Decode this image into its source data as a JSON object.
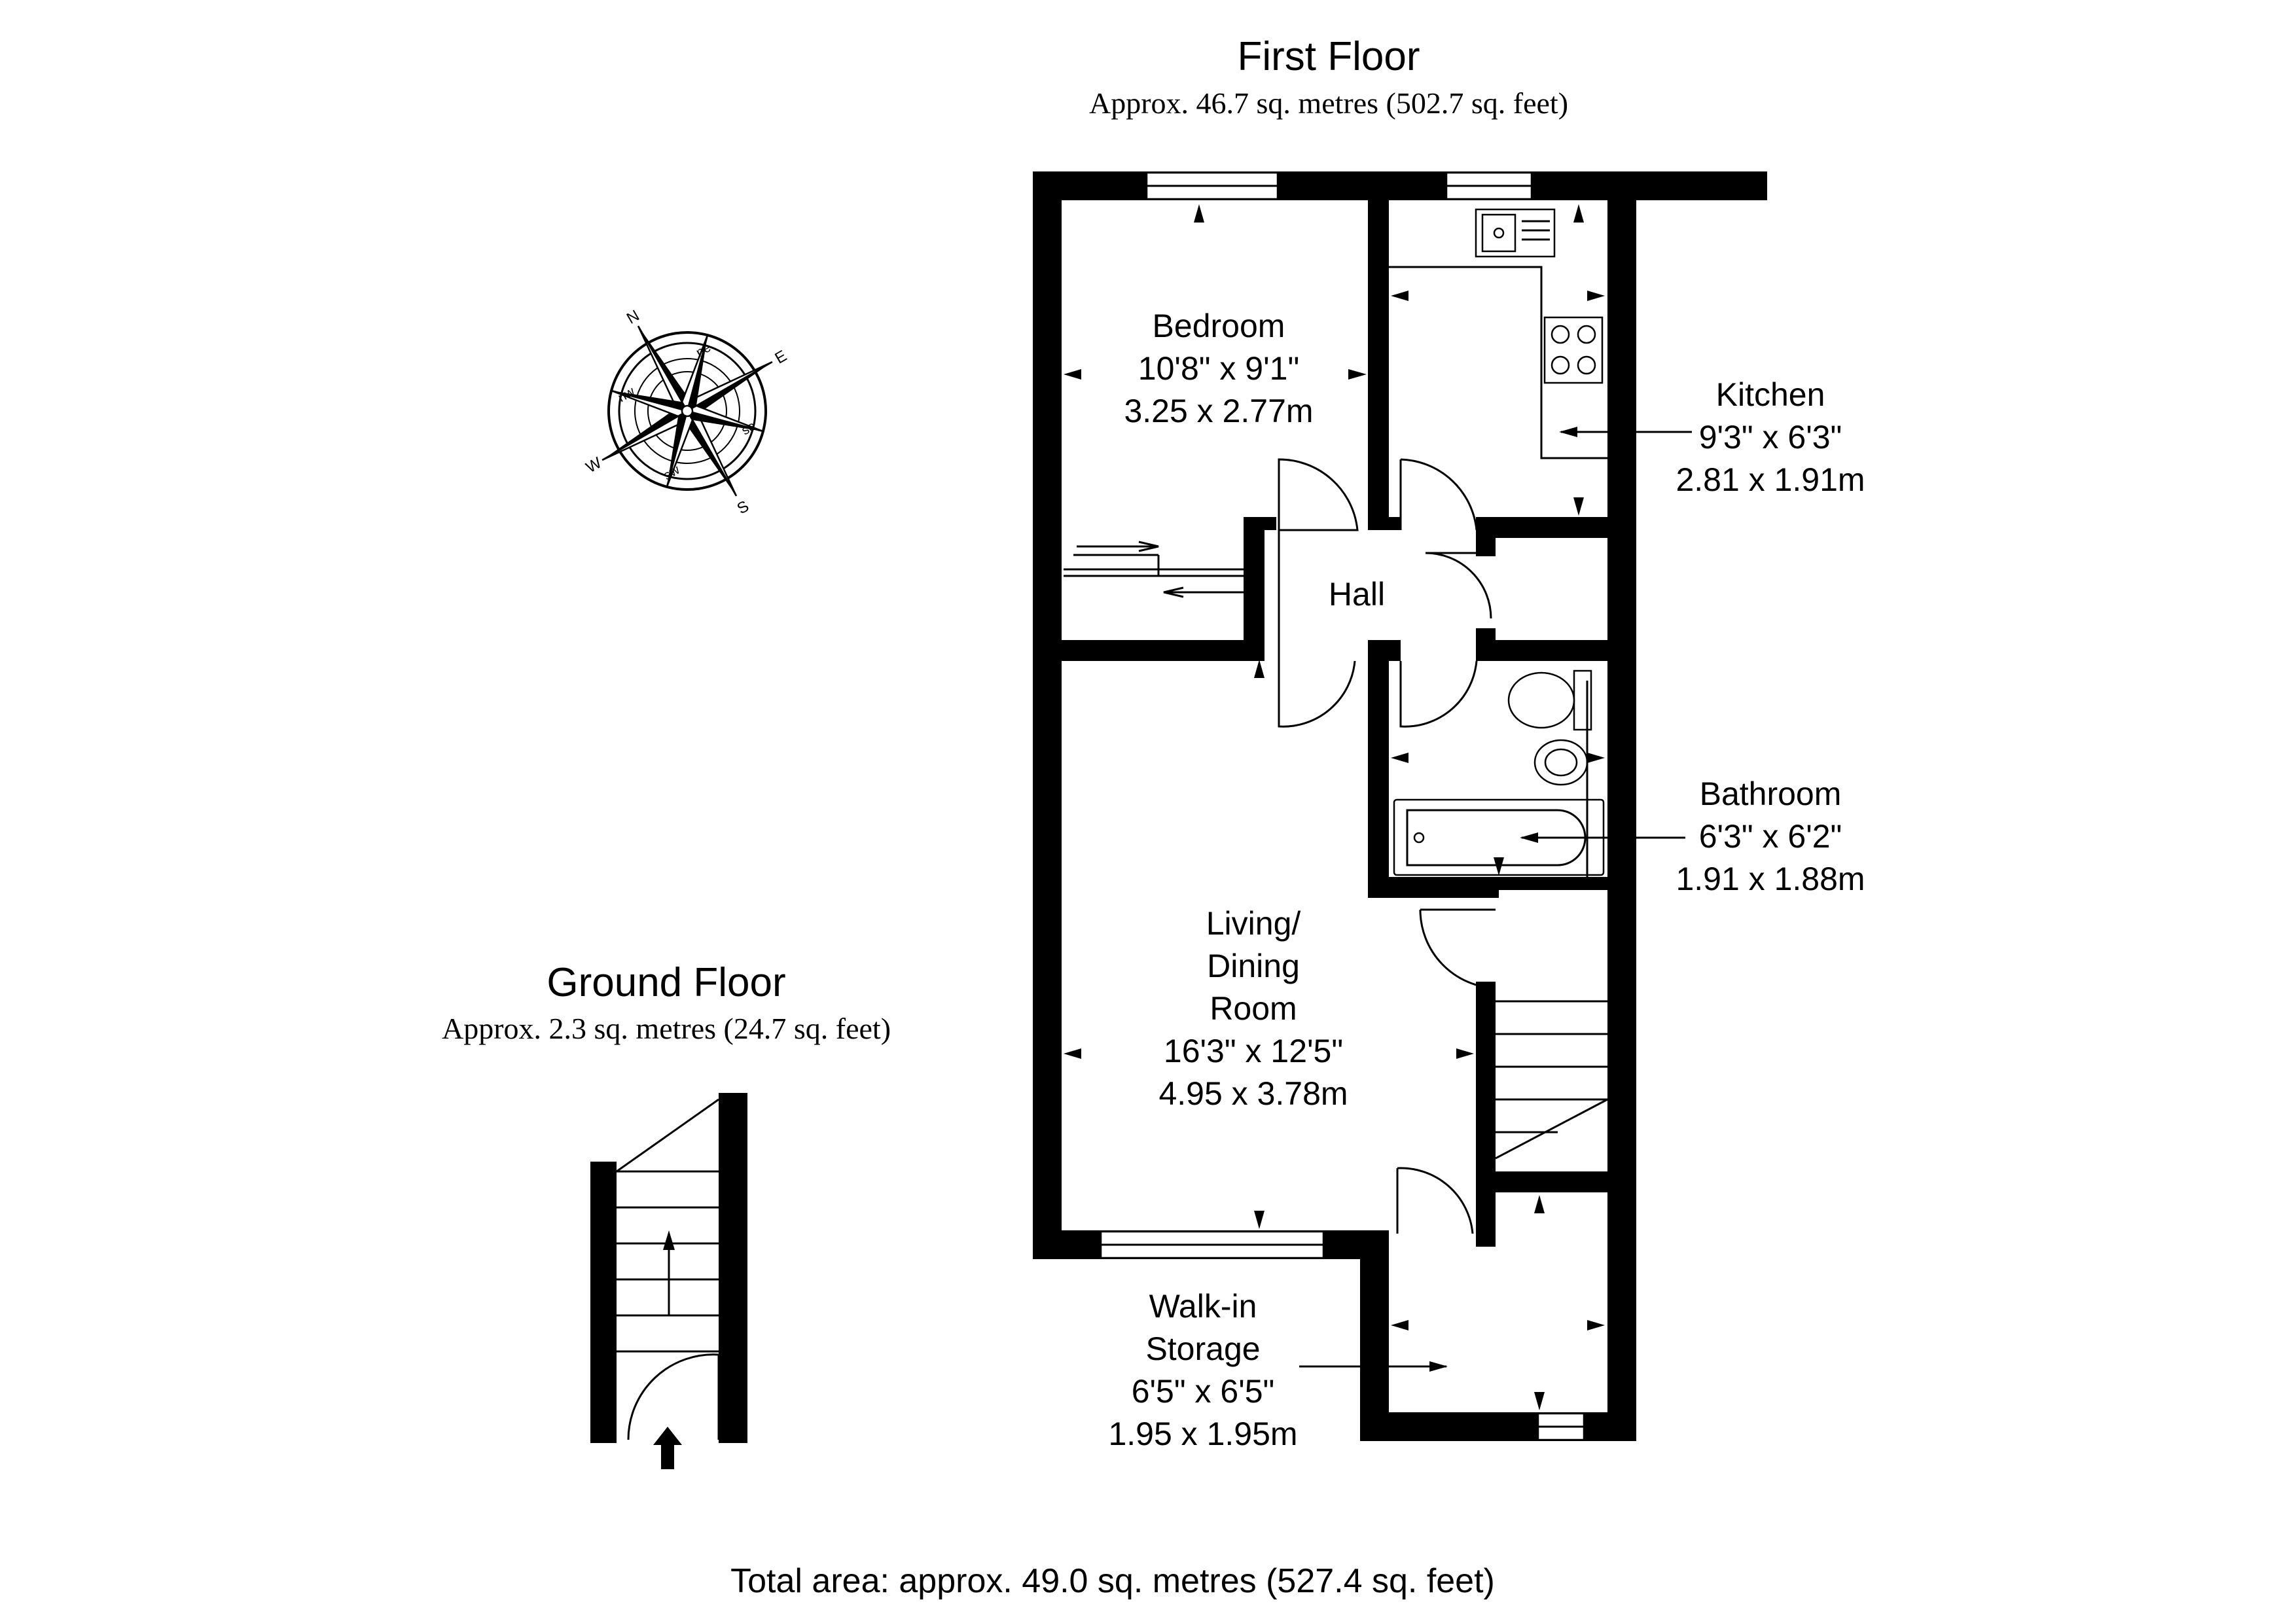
{
  "first_floor": {
    "title": "First Floor",
    "area": "Approx. 46.7 sq. metres (502.7 sq. feet)"
  },
  "ground_floor": {
    "title": "Ground Floor",
    "area": "Approx. 2.3 sq. metres (24.7 sq. feet)"
  },
  "total_area": "Total area: approx. 49.0 sq. metres (527.4 sq. feet)",
  "rooms": {
    "bedroom": {
      "name": "Bedroom",
      "imperial": "10'8\" x 9'1\"",
      "metric": "3.25 x 2.77m"
    },
    "kitchen": {
      "name": "Kitchen",
      "imperial": "9'3\" x 6'3\"",
      "metric": "2.81 x 1.91m"
    },
    "hall": {
      "name": "Hall"
    },
    "bathroom": {
      "name": "Bathroom",
      "imperial": "6'3\" x 6'2\"",
      "metric": "1.91 x 1.88m"
    },
    "living": {
      "name_line1": "Living/",
      "name_line2": "Dining",
      "name_line3": "Room",
      "imperial": "16'3\" x 12'5\"",
      "metric": "4.95 x 3.78m"
    },
    "storage": {
      "name_line1": "Walk-in",
      "name_line2": "Storage",
      "imperial": "6'5\" x 6'5\"",
      "metric": "1.95 x 1.95m"
    }
  },
  "compass": {
    "icon": "compass-rose-icon",
    "north": "N",
    "east": "E",
    "south": "S",
    "west": "W",
    "ne": "ne",
    "nw": "nw",
    "se": "se",
    "sw": "sw"
  }
}
